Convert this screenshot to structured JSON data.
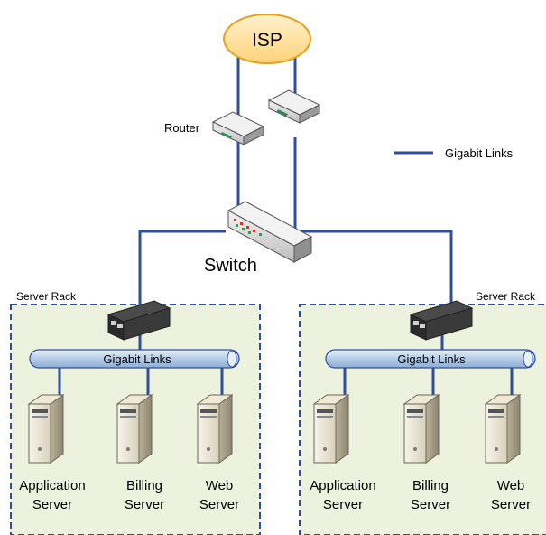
{
  "isp": {
    "label": "ISP"
  },
  "router": {
    "label": "Router"
  },
  "legend": {
    "label": "Gigabit Links",
    "color": "#2f4f9e"
  },
  "switch": {
    "label": "Switch"
  },
  "colors": {
    "link": "#2f4f9e",
    "rack_fill": "#ecf2de",
    "rack_border": "#2f4f9e",
    "isp_fill": "#ffe29a",
    "isp_border": "#e6a21c",
    "bus_fill": "#c7d9ee"
  },
  "racks": [
    {
      "label": "Server Rack",
      "bus_label": "Gigabit Links",
      "servers": [
        {
          "line1": "Application",
          "line2": "Server"
        },
        {
          "line1": "Billing",
          "line2": "Server"
        },
        {
          "line1": "Web",
          "line2": "Server"
        }
      ]
    },
    {
      "label": "Server Rack",
      "bus_label": "Gigabit Links",
      "servers": [
        {
          "line1": "Application",
          "line2": "Server"
        },
        {
          "line1": "Billing",
          "line2": "Server"
        },
        {
          "line1": "Web",
          "line2": "Server"
        }
      ]
    }
  ]
}
